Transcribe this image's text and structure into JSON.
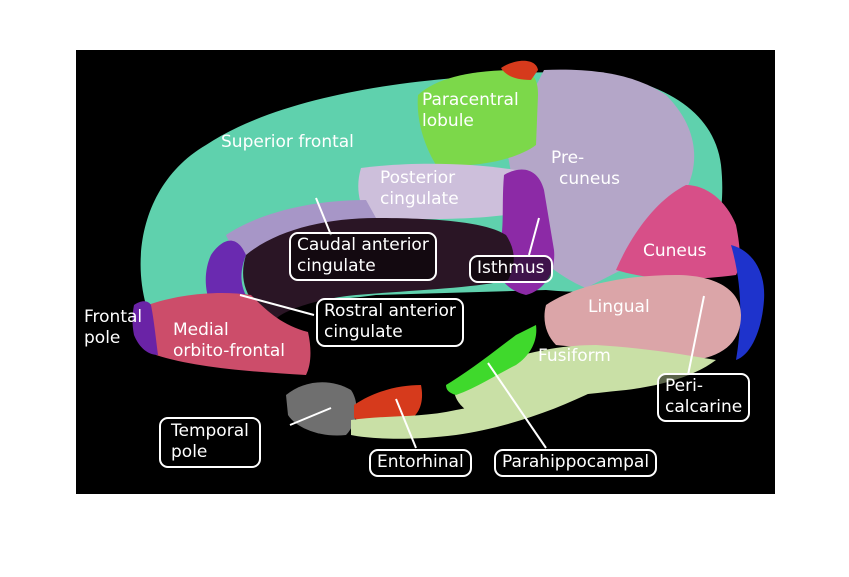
{
  "labels": {
    "paracentral_1": "Paracentral",
    "paracentral_2": "lobule",
    "superior_frontal": "Superior frontal",
    "posterior_cingulate_1": "Posterior",
    "posterior_cingulate_2": "cingulate",
    "precuneus_1": "Pre-",
    "precuneus_2": "cuneus",
    "caudal_anterior_1": "Caudal anterior",
    "caudal_anterior_2": "cingulate",
    "isthmus": "Isthmus",
    "cuneus": "Cuneus",
    "frontal_pole_1": "Frontal",
    "frontal_pole_2": "pole",
    "medial_orbito_1": "Medial",
    "medial_orbito_2": "orbito-frontal",
    "rostral_anterior_1": "Rostral anterior",
    "rostral_anterior_2": "cingulate",
    "lingual": "Lingual",
    "fusiform": "Fusiform",
    "pericalcarine_1": "Peri-",
    "pericalcarine_2": "calcarine",
    "temporal_pole_1": "Temporal",
    "temporal_pole_2": "pole",
    "entorhinal": "Entorhinal",
    "parahippocampal": "Parahippocampal"
  },
  "colors": {
    "background": "#000000",
    "superior_frontal": "#5fd1ad",
    "paracentral": "#7cd84a",
    "precuneus": "#b4a6c8",
    "posterior_cingulate": "#cdbfdb",
    "isthmus": "#8c2aa6",
    "caudal_anterior": "#a796c7",
    "rostral_anterior": "#6a2ab0",
    "medial_orbitofrontal": "#cc4d6a",
    "frontal_pole": "#6a23a6",
    "cuneus": "#d74f88",
    "lingual": "#dba5a8",
    "pericalcarine": "#1e33cc",
    "fusiform": "#c9e0a6",
    "parahippocampal": "#3fd92c",
    "entorhinal": "#d63a1c",
    "temporal_pole": "#6f6f6f",
    "corpus_callosum": "#2a1525"
  }
}
